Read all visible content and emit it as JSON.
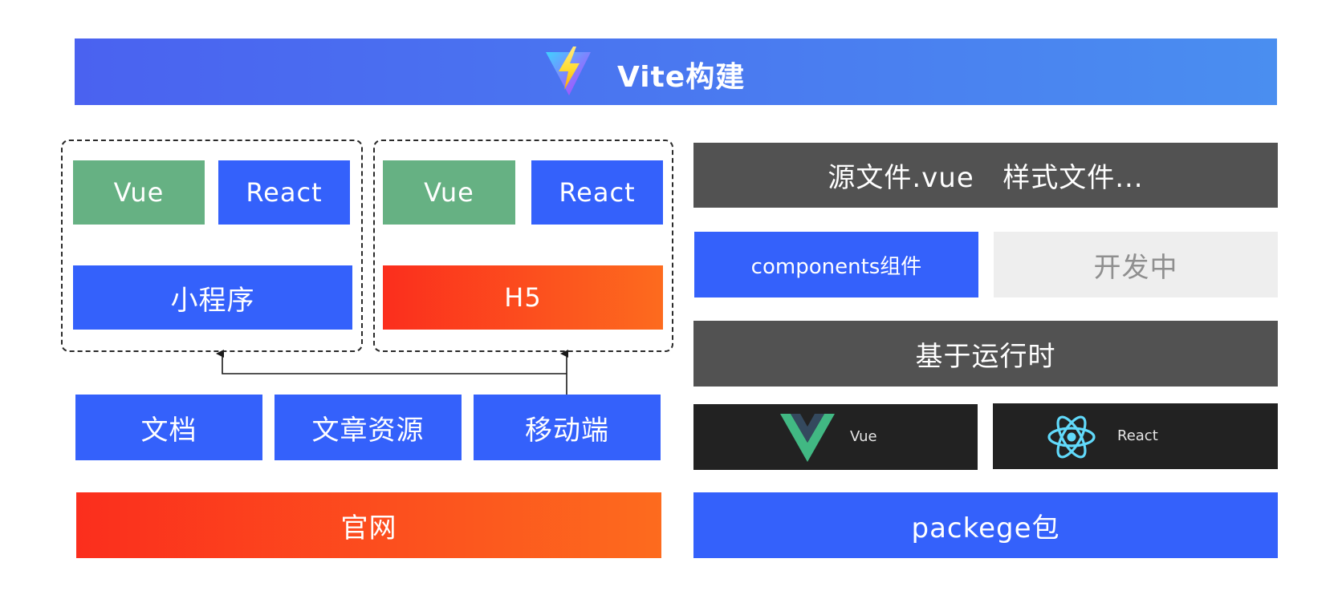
{
  "banner": {
    "title": "Vite构建",
    "logo_icon": "vite-logo-icon"
  },
  "left": {
    "group_miniprogram": {
      "vue": "Vue",
      "react": "React",
      "label": "小程序"
    },
    "group_h5": {
      "vue": "Vue",
      "react": "React",
      "label": "H5"
    },
    "row": {
      "docs": "文档",
      "articles": "文章资源",
      "mobile": "移动端"
    },
    "official_site": "官网"
  },
  "right": {
    "source_files": "源文件.vue   样式文件...",
    "components": "components组件",
    "in_development": "开发中",
    "runtime": "基于运行时",
    "vue_card": {
      "label": "Vue",
      "icon": "vue-logo-icon"
    },
    "react_card": {
      "label": "React",
      "icon": "react-logo-icon"
    },
    "package": "packege包"
  },
  "colors": {
    "blue": "#3461fb",
    "green": "#66b183",
    "dark_gray": "#525252",
    "black": "#222222",
    "light_gray": "#eeeeee",
    "orange_start": "#fb2e1d",
    "orange_end": "#fd6b1e",
    "banner_start": "#4a62f0",
    "banner_end": "#4a8ef0"
  }
}
